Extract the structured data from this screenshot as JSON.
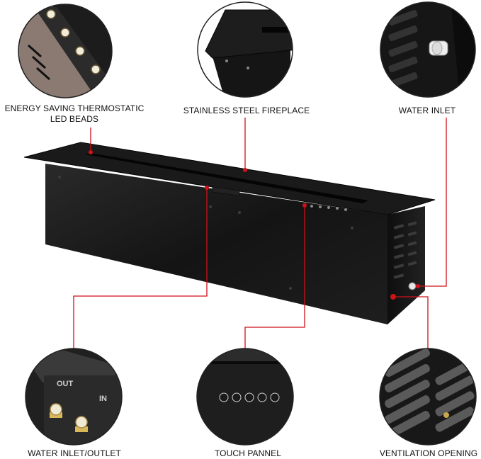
{
  "callouts": {
    "energy_line1": "ENERGY SAVING THERMOSTATIC",
    "energy_line2": "LED BEADS",
    "stainless": "STAINLESS STEEL FIREPLACE",
    "water_inlet": "WATER INLET",
    "water_inlet_outlet": "WATER INLET/OUTLET",
    "touch_panel": "TOUCH PANNEL",
    "ventilation": "VENTILATION OPENING"
  },
  "detail_text": {
    "out": "OUT",
    "in": "IN"
  },
  "colors": {
    "accent_red": "#d0101a",
    "product_black": "#161616",
    "outline": "#222222"
  }
}
